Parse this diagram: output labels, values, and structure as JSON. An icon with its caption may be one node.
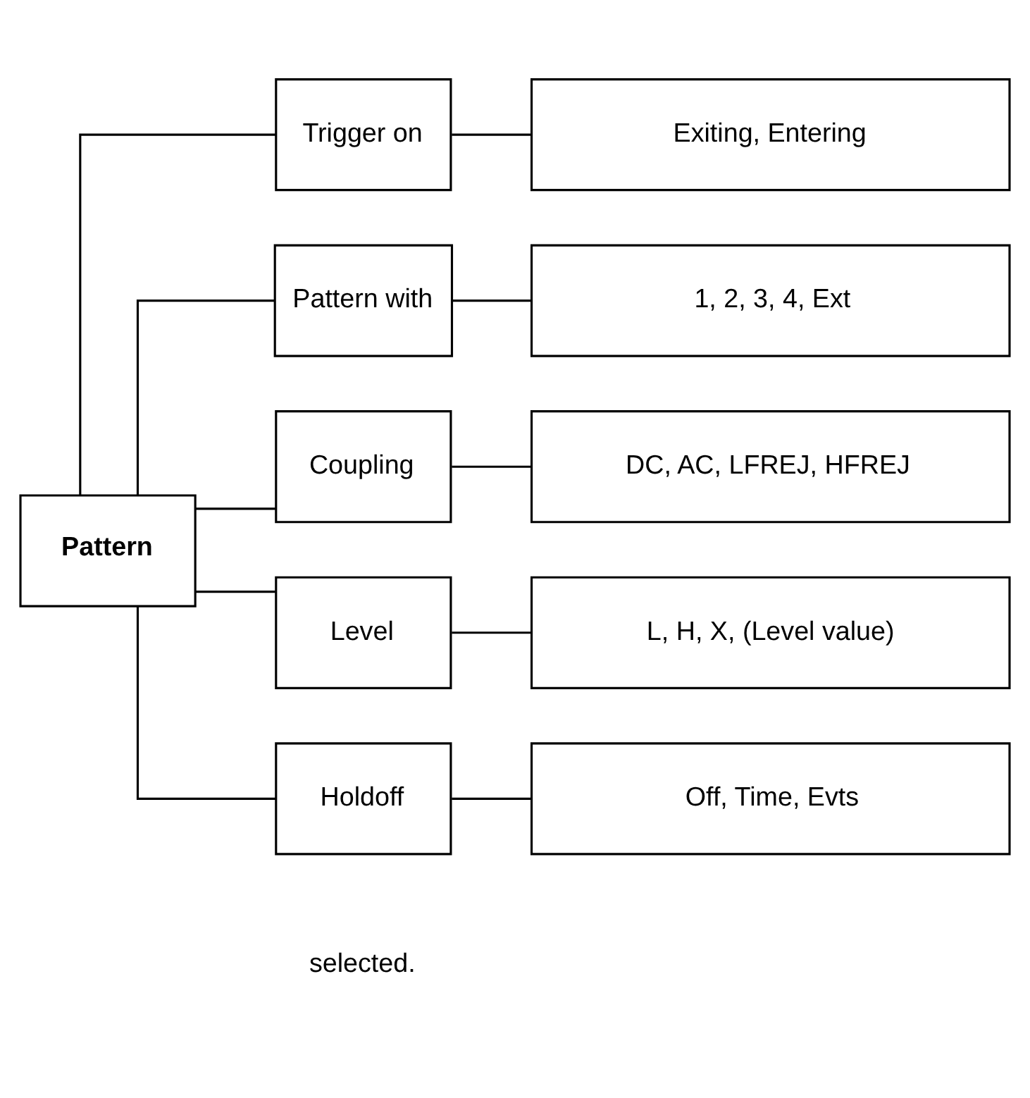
{
  "diagram": {
    "nodes": [
      {
        "text": [
          "Pattern"
        ]
      },
      {
        "text": [
          "Trigger on"
        ]
      },
      {
        "text": [
          "Exiting, Entering"
        ]
      },
      {
        "text": [
          "Pattern with"
        ]
      },
      {
        "text": [
          "1, 2, 3, 4, Ext"
        ]
      },
      {
        "text": [
          "Coupling"
        ]
      },
      {
        "text": [
          "DC, AC, LFREJ, HFREJ"
        ]
      },
      {
        "text": [
          "Level"
        ]
      },
      {
        "text": [
          "L, H, X, (Level value)"
        ]
      },
      {
        "text": [
          "Holdoff"
        ]
      },
      {
        "text": [
          "Off, Time, Evts"
        ]
      }
    ],
    "edges": [
      {
        "from": 0,
        "to": 1,
        "arrow": "none"
      },
      {
        "from": 1,
        "to": 2,
        "arrow": "none"
      },
      {
        "from": 0,
        "to": 3,
        "arrow": "none"
      },
      {
        "from": 3,
        "to": 4,
        "arrow": "none"
      },
      {
        "from": 0,
        "to": 5,
        "arrow": "none"
      },
      {
        "from": 5,
        "to": 6,
        "arrow": "none"
      },
      {
        "from": 0,
        "to": 7,
        "arrow": "none"
      },
      {
        "from": 7,
        "to": 8,
        "arrow": "none"
      },
      {
        "from": 0,
        "to": 9,
        "arrow": "none"
      },
      {
        "from": 9,
        "to": 10,
        "arrow": "none"
      }
    ],
    "labels": [
      "selected."
    ]
  }
}
